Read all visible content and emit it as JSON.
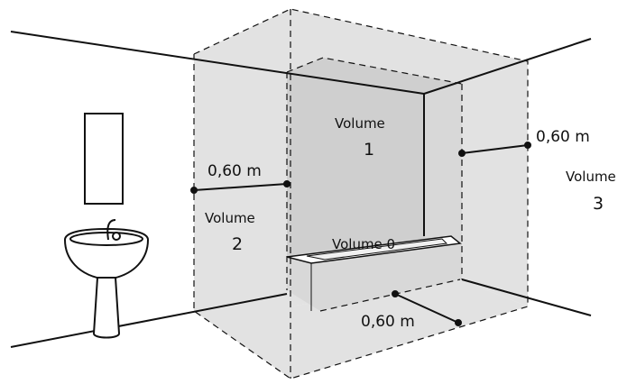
{
  "colors": {
    "zone_outer": "#e2e2e2",
    "zone_inner": "#cfcfcf",
    "zone_side": "#d8d8d8",
    "line": "#111111",
    "background": "#ffffff"
  },
  "zones": {
    "zone_1": {
      "word": "Volume",
      "number": "1"
    },
    "zone_2": {
      "word": "Volume",
      "number": "2"
    },
    "zone_3": {
      "word": "Volume",
      "number": "3"
    },
    "zone_0": {
      "label": "Volume 0"
    }
  },
  "dimensions": {
    "left": "0,60 m",
    "right": "0,60 m",
    "bottom": "0,60 m"
  },
  "icons": {
    "washbasin": "washbasin-icon",
    "mirror": "mirror-icon",
    "bathtub": "bathtub-icon"
  }
}
